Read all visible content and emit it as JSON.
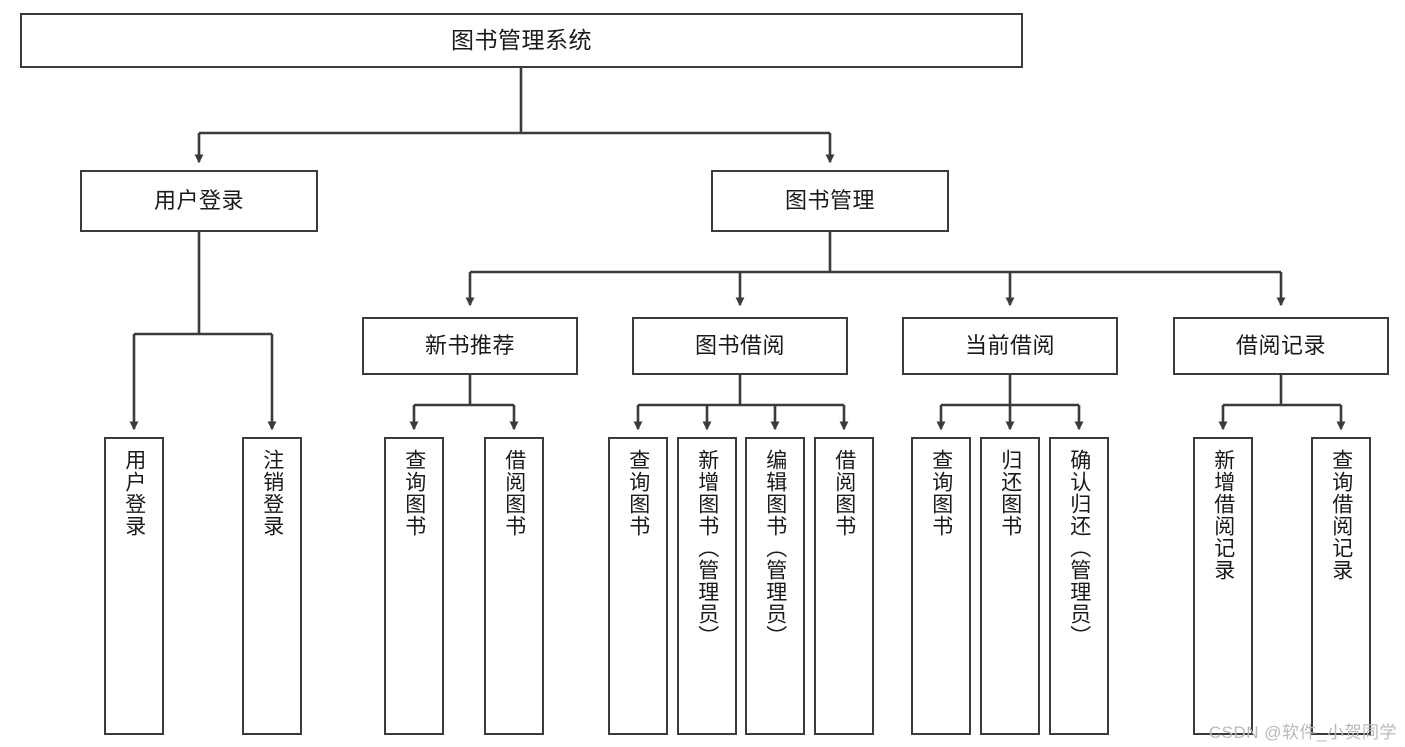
{
  "diagram": {
    "title": "图书管理系统",
    "type": "tree-hierarchy-diagram",
    "watermark": "CSDN @软件_小贺同学",
    "colors": {
      "box_border": "#3b3b3b",
      "box_fill": "#ffffff",
      "edge": "#3b3b3b",
      "text": "#1a1a1a",
      "watermark": "#b9b9b9"
    },
    "levels": {
      "root": {
        "label": "图书管理系统"
      },
      "level2": [
        {
          "label": "用户登录"
        },
        {
          "label": "图书管理"
        }
      ],
      "level3": [
        {
          "label": "新书推荐"
        },
        {
          "label": "图书借阅"
        },
        {
          "label": "当前借阅"
        },
        {
          "label": "借阅记录"
        }
      ],
      "leaves": {
        "user_login": [
          {
            "label": "用户登录"
          },
          {
            "label": "注销登录"
          }
        ],
        "new_book_recommend": [
          {
            "label": "查询图书"
          },
          {
            "label": "借阅图书"
          }
        ],
        "book_borrow": [
          {
            "label": "查询图书"
          },
          {
            "label": "新增图书（管理员）"
          },
          {
            "label": "编辑图书（管理员）"
          },
          {
            "label": "借阅图书"
          }
        ],
        "current_borrow": [
          {
            "label": "查询图书"
          },
          {
            "label": "归还图书"
          },
          {
            "label": "确认归还（管理员）"
          }
        ],
        "borrow_records": [
          {
            "label": "新增借阅记录"
          },
          {
            "label": "查询借阅记录"
          }
        ]
      }
    }
  }
}
